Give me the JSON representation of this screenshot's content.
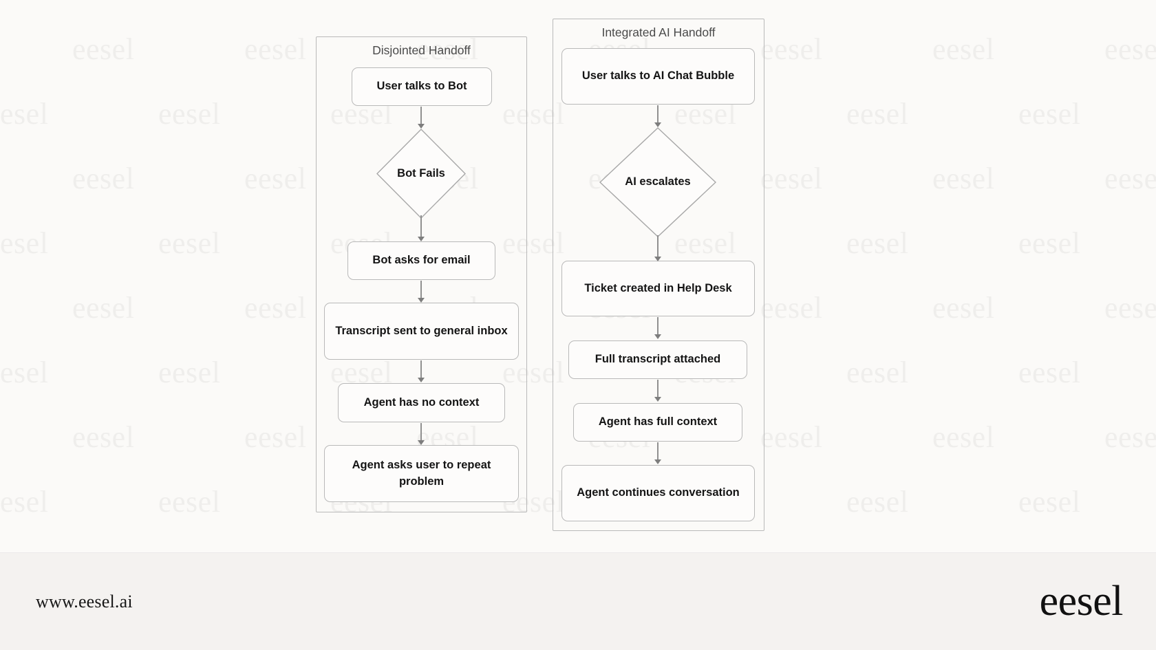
{
  "page": {
    "background_color": "#fbfaf8",
    "watermark_text": "eesel",
    "watermark_color": "#efeeec"
  },
  "diagram": {
    "type": "flowchart",
    "orientation": "top-to-bottom",
    "panels": [
      {
        "id": "disjointed-handoff",
        "title": "Disjointed Handoff",
        "nodes": [
          {
            "id": "l1",
            "shape": "rounded-rect",
            "label": "User talks to Bot"
          },
          {
            "id": "l2",
            "shape": "diamond",
            "label": "Bot Fails"
          },
          {
            "id": "l3",
            "shape": "rounded-rect",
            "label": "Bot asks for email"
          },
          {
            "id": "l4",
            "shape": "rounded-rect",
            "label": "Transcript sent to general inbox"
          },
          {
            "id": "l5",
            "shape": "rounded-rect",
            "label": "Agent has no context"
          },
          {
            "id": "l6",
            "shape": "rounded-rect",
            "label": "Agent asks user to repeat problem"
          }
        ],
        "edges": [
          {
            "from": "l1",
            "to": "l2"
          },
          {
            "from": "l2",
            "to": "l3"
          },
          {
            "from": "l3",
            "to": "l4"
          },
          {
            "from": "l4",
            "to": "l5"
          },
          {
            "from": "l5",
            "to": "l6"
          }
        ]
      },
      {
        "id": "integrated-ai-handoff",
        "title": "Integrated AI Handoff",
        "nodes": [
          {
            "id": "r1",
            "shape": "rounded-rect",
            "label": "User talks to AI Chat Bubble"
          },
          {
            "id": "r2",
            "shape": "diamond",
            "label": "AI escalates"
          },
          {
            "id": "r3",
            "shape": "rounded-rect",
            "label": "Ticket created in Help Desk"
          },
          {
            "id": "r4",
            "shape": "rounded-rect",
            "label": "Full transcript attached"
          },
          {
            "id": "r5",
            "shape": "rounded-rect",
            "label": "Agent has full context"
          },
          {
            "id": "r6",
            "shape": "rounded-rect",
            "label": "Agent continues conversation"
          }
        ],
        "edges": [
          {
            "from": "r1",
            "to": "r2"
          },
          {
            "from": "r2",
            "to": "r3"
          },
          {
            "from": "r3",
            "to": "r4"
          },
          {
            "from": "r4",
            "to": "r5"
          },
          {
            "from": "r5",
            "to": "r6"
          }
        ]
      }
    ],
    "node_border_color": "#b9b9b9",
    "edge_color": "#909090",
    "node_text_color": "#141414",
    "panel_title_color": "#4a4a4a"
  },
  "footer": {
    "url": "www.eesel.ai",
    "logo": "eesel",
    "background_color": "#f4f2f0"
  }
}
